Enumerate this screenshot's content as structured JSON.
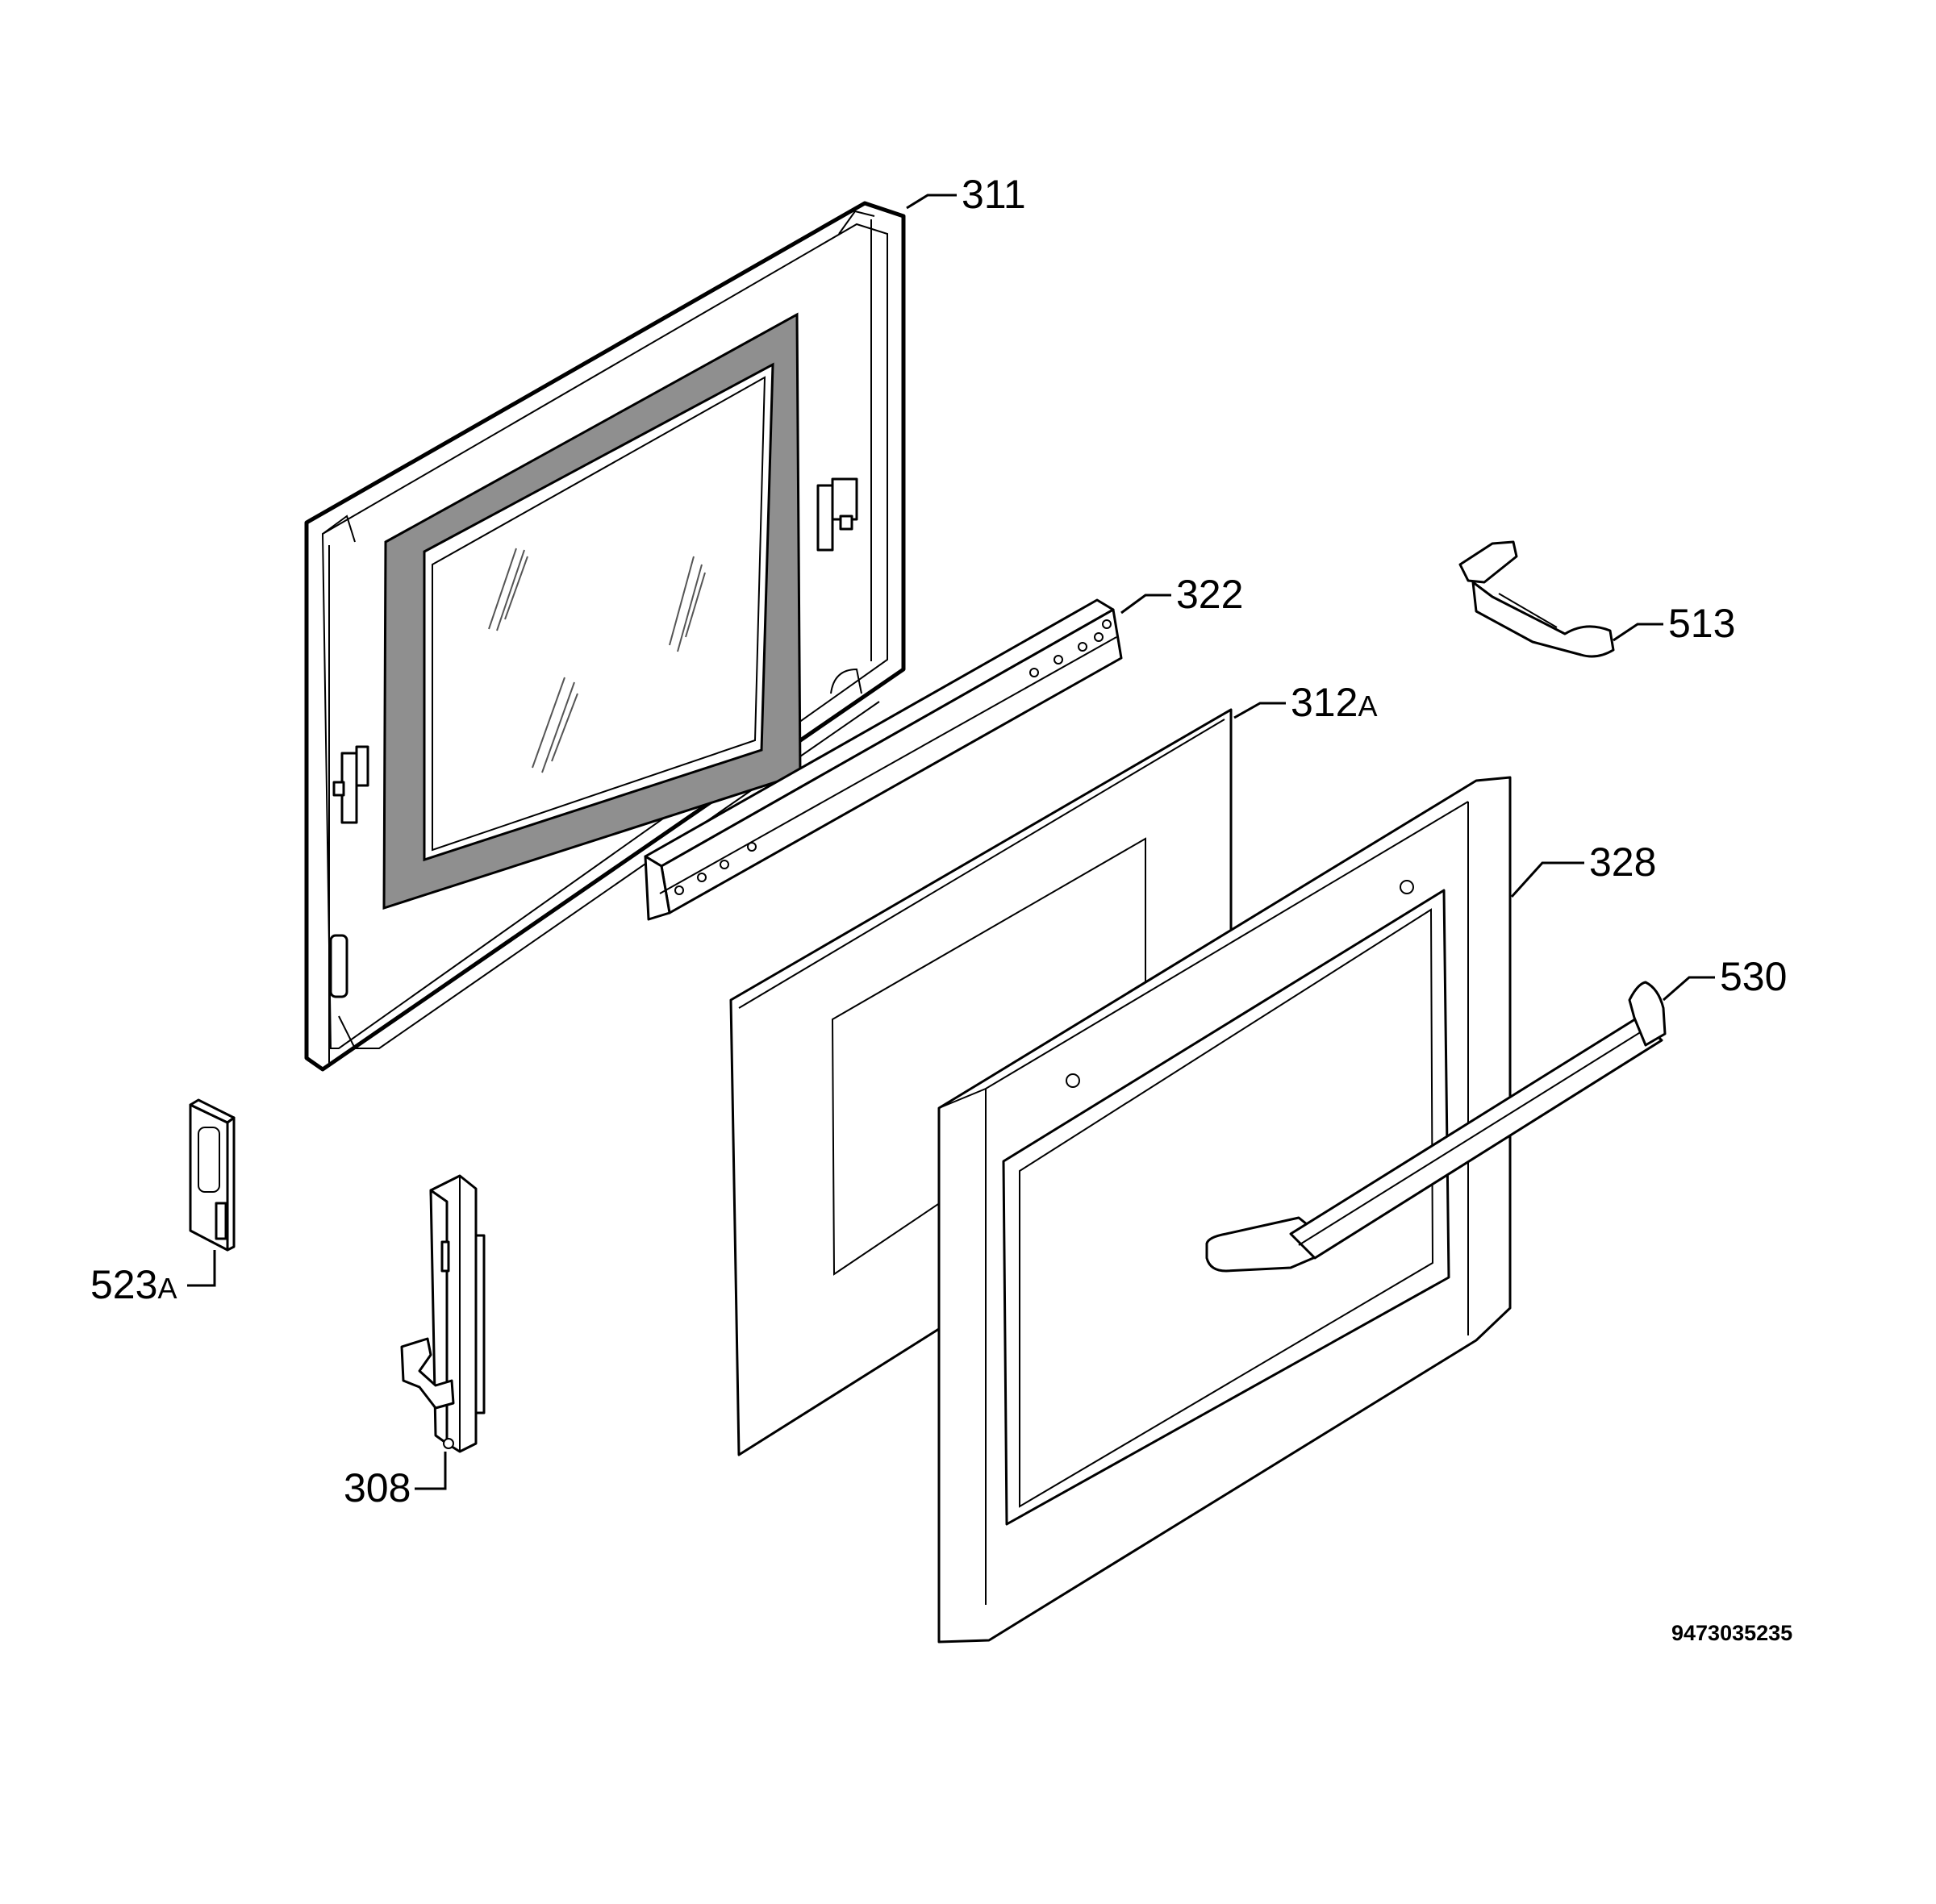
{
  "callouts": {
    "p311": "311",
    "p322": "322",
    "p312a_num": "312",
    "p312a_suffix": "A",
    "p513": "513",
    "p328": "328",
    "p530": "530",
    "p523a_num": "523",
    "p523a_suffix": "A",
    "p308": "308"
  },
  "drawing_code": "9473035235",
  "colors": {
    "line": "#000000",
    "gasket": "#8f8f8f",
    "background": "#ffffff"
  }
}
